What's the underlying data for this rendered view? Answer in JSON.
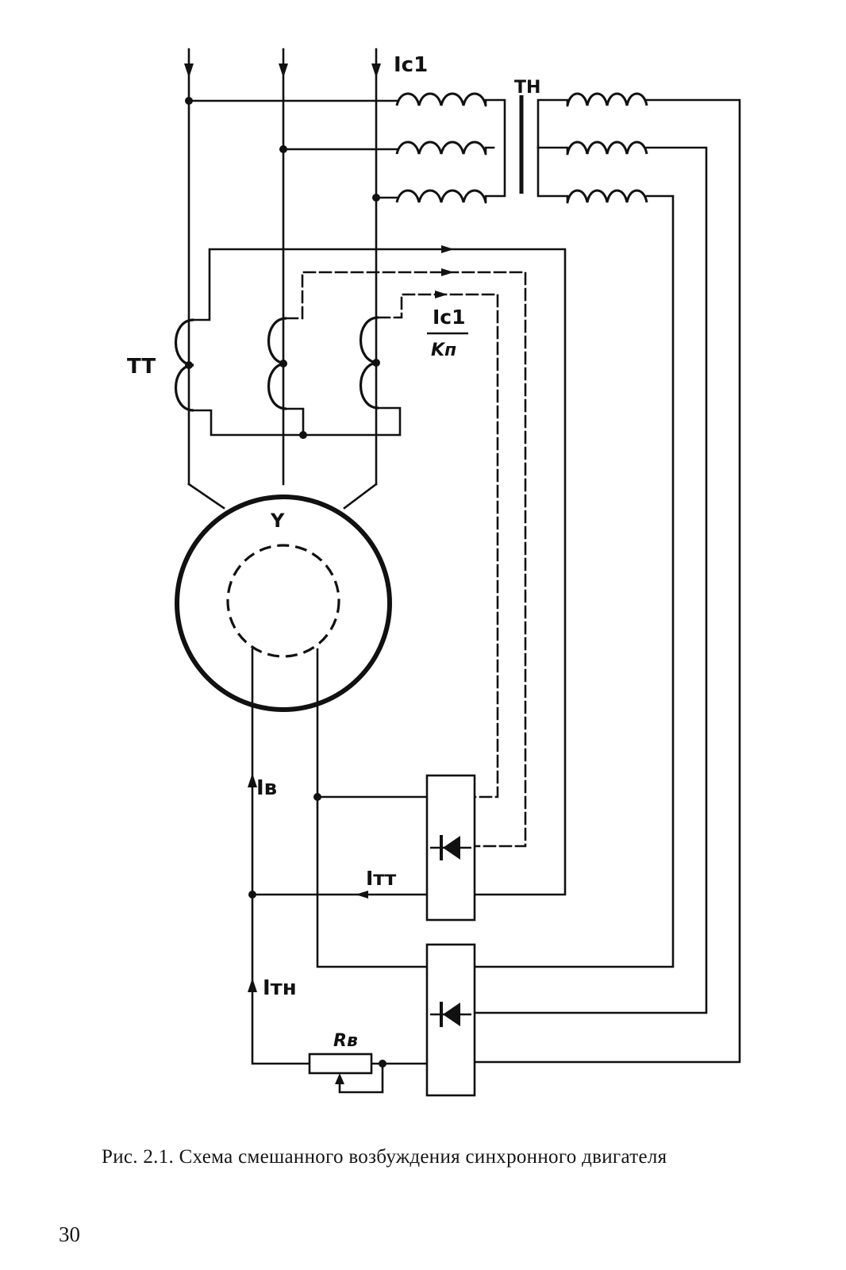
{
  "figure": {
    "caption": "Рис. 2.1. Схема смешанного возбуждения синхронного двигателя",
    "page_number": "30"
  },
  "labels": {
    "stator_current": "Iс1",
    "voltage_transformer": "TH",
    "current_transformer": "TT",
    "ratio_numerator": "Iс1",
    "ratio_denominator": "Kп",
    "excitation_current": "Iв",
    "tt_rectifier_current": "Iтт",
    "th_rectifier_current": "Iтн",
    "resistor": "Rв",
    "star_symbol": "Y"
  },
  "colors": {
    "ink": "#111111",
    "paper": "#ffffff"
  }
}
